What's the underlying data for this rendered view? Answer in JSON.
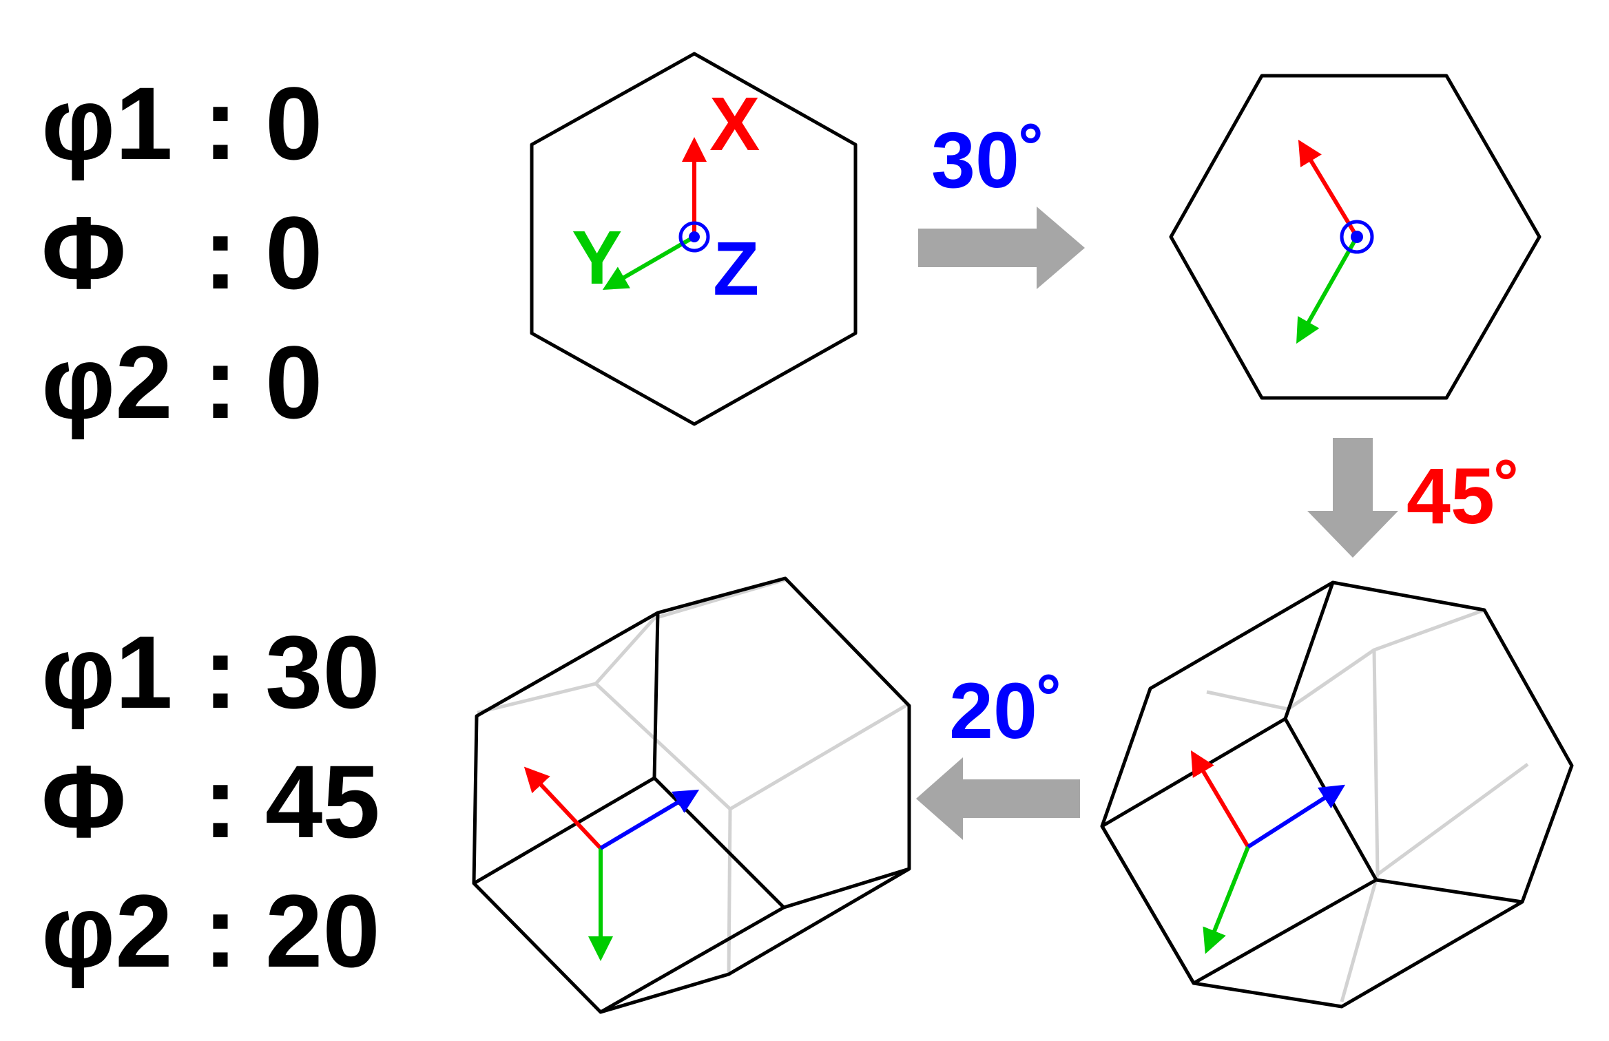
{
  "initial_state": {
    "rows": [
      {
        "symbol": "φ1",
        "separator": ":",
        "value": "0"
      },
      {
        "symbol": "Φ",
        "separator": ":",
        "value": "0"
      },
      {
        "symbol": "φ2",
        "separator": ":",
        "value": "0"
      }
    ]
  },
  "final_state": {
    "rows": [
      {
        "symbol": "φ1",
        "separator": ":",
        "value": "30"
      },
      {
        "symbol": "Φ",
        "separator": ":",
        "value": "45"
      },
      {
        "symbol": "φ2",
        "separator": ":",
        "value": "20"
      }
    ]
  },
  "axes": {
    "x": {
      "label": "X",
      "color": "#ff0000"
    },
    "y": {
      "label": "Y",
      "color": "#00cc00"
    },
    "z": {
      "label": "Z",
      "color": "#0000ff"
    }
  },
  "steps": [
    {
      "label": "30˚",
      "color": "#0000ff"
    },
    {
      "label": "45˚",
      "color": "#ff0000"
    },
    {
      "label": "20˚",
      "color": "#0000ff"
    }
  ],
  "arrow_color": "#a6a6a6"
}
